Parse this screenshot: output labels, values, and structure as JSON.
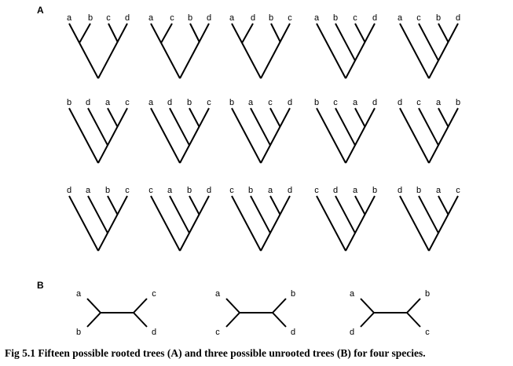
{
  "panels": {
    "rooted_label": "A",
    "unrooted_label": "B"
  },
  "rooted_trees": [
    {
      "leaves": [
        "a",
        "b",
        "c",
        "d"
      ],
      "topology": "balanced"
    },
    {
      "leaves": [
        "a",
        "c",
        "b",
        "d"
      ],
      "topology": "balanced"
    },
    {
      "leaves": [
        "a",
        "d",
        "b",
        "c"
      ],
      "topology": "balanced"
    },
    {
      "leaves": [
        "a",
        "b",
        "c",
        "d"
      ],
      "topology": "pectinate"
    },
    {
      "leaves": [
        "a",
        "c",
        "b",
        "d"
      ],
      "topology": "pectinate"
    },
    {
      "leaves": [
        "b",
        "d",
        "a",
        "c"
      ],
      "topology": "pectinate"
    },
    {
      "leaves": [
        "a",
        "d",
        "b",
        "c"
      ],
      "topology": "pectinate"
    },
    {
      "leaves": [
        "b",
        "a",
        "c",
        "d"
      ],
      "topology": "pectinate"
    },
    {
      "leaves": [
        "b",
        "c",
        "a",
        "d"
      ],
      "topology": "pectinate"
    },
    {
      "leaves": [
        "d",
        "c",
        "a",
        "b"
      ],
      "topology": "pectinate"
    },
    {
      "leaves": [
        "d",
        "a",
        "b",
        "c"
      ],
      "topology": "pectinate"
    },
    {
      "leaves": [
        "c",
        "a",
        "b",
        "d"
      ],
      "topology": "pectinate"
    },
    {
      "leaves": [
        "c",
        "b",
        "a",
        "d"
      ],
      "topology": "pectinate"
    },
    {
      "leaves": [
        "c",
        "d",
        "a",
        "b"
      ],
      "topology": "pectinate"
    },
    {
      "leaves": [
        "d",
        "b",
        "a",
        "c"
      ],
      "topology": "pectinate"
    }
  ],
  "unrooted_trees": [
    {
      "top_left": "a",
      "bottom_left": "b",
      "top_right": "c",
      "bottom_right": "d"
    },
    {
      "top_left": "a",
      "bottom_left": "c",
      "top_right": "b",
      "bottom_right": "d"
    },
    {
      "top_left": "a",
      "bottom_left": "d",
      "top_right": "b",
      "bottom_right": "c"
    }
  ],
  "caption": "Fig 5.1 Fifteen possible rooted trees (A) and three possible unrooted trees (B) for four species."
}
